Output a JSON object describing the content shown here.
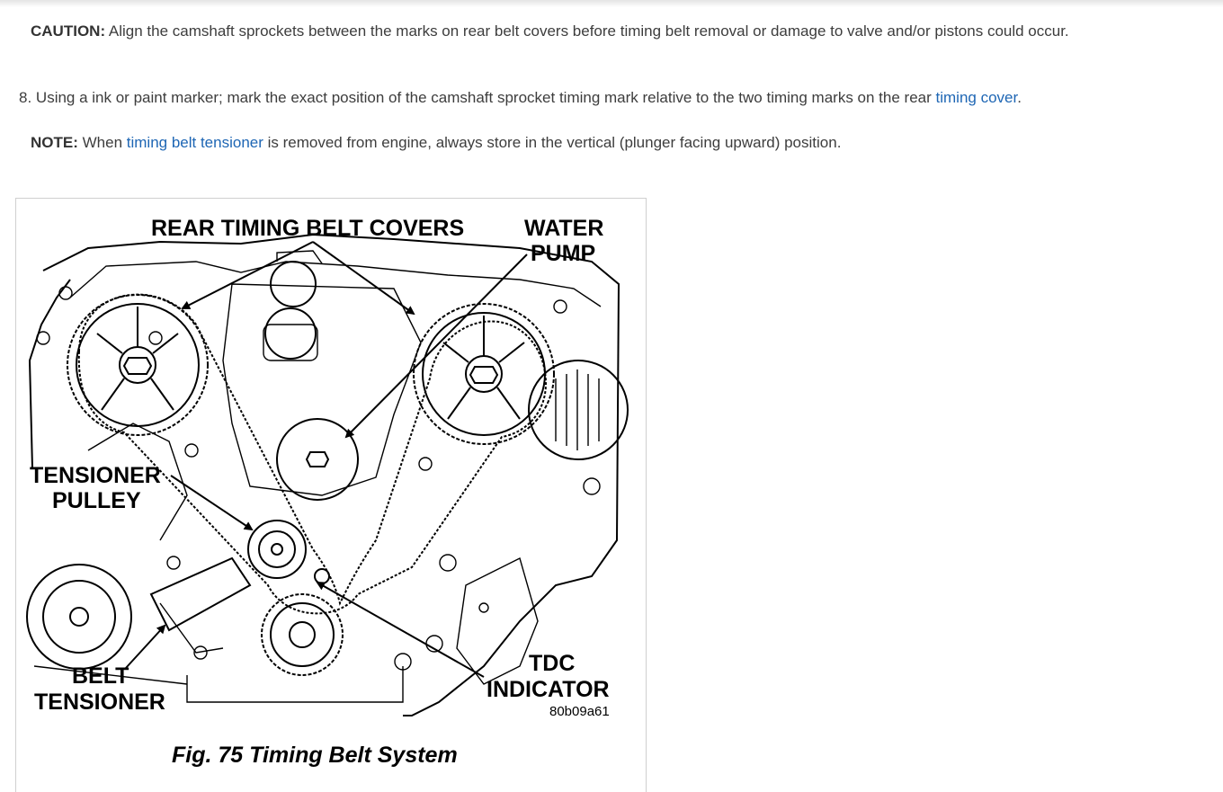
{
  "caution": {
    "label": "CAUTION:",
    "text": " Align the camshaft sprockets between the marks on rear belt covers before timing belt removal or damage to valve and/or pistons could occur."
  },
  "step": {
    "number": "8.",
    "text": " Using a ink or paint marker; mark the exact position of the camshaft sprocket timing mark relative to the two timing marks on the rear ",
    "link": "timing cover",
    "end": "."
  },
  "note": {
    "label": "NOTE:",
    "text_before": " When ",
    "link": "timing belt tensioner",
    "text_after": " is removed from engine, always store in the vertical (plunger facing upward) position."
  },
  "figure": {
    "labels": {
      "rear_covers": "REAR TIMING BELT COVERS",
      "water_1": "WATER",
      "water_2": "PUMP",
      "tensioner_pulley_1": "TENSIONER",
      "tensioner_pulley_2": "PULLEY",
      "belt_tensioner_1": "BELT",
      "belt_tensioner_2": "TENSIONER",
      "tdc_1": "TDC",
      "tdc_2": "INDICATOR",
      "code": "80b09a61"
    },
    "caption": "Fig. 75 Timing Belt System"
  },
  "colors": {
    "link": "#1e66b4",
    "text": "#3d3d3d"
  }
}
